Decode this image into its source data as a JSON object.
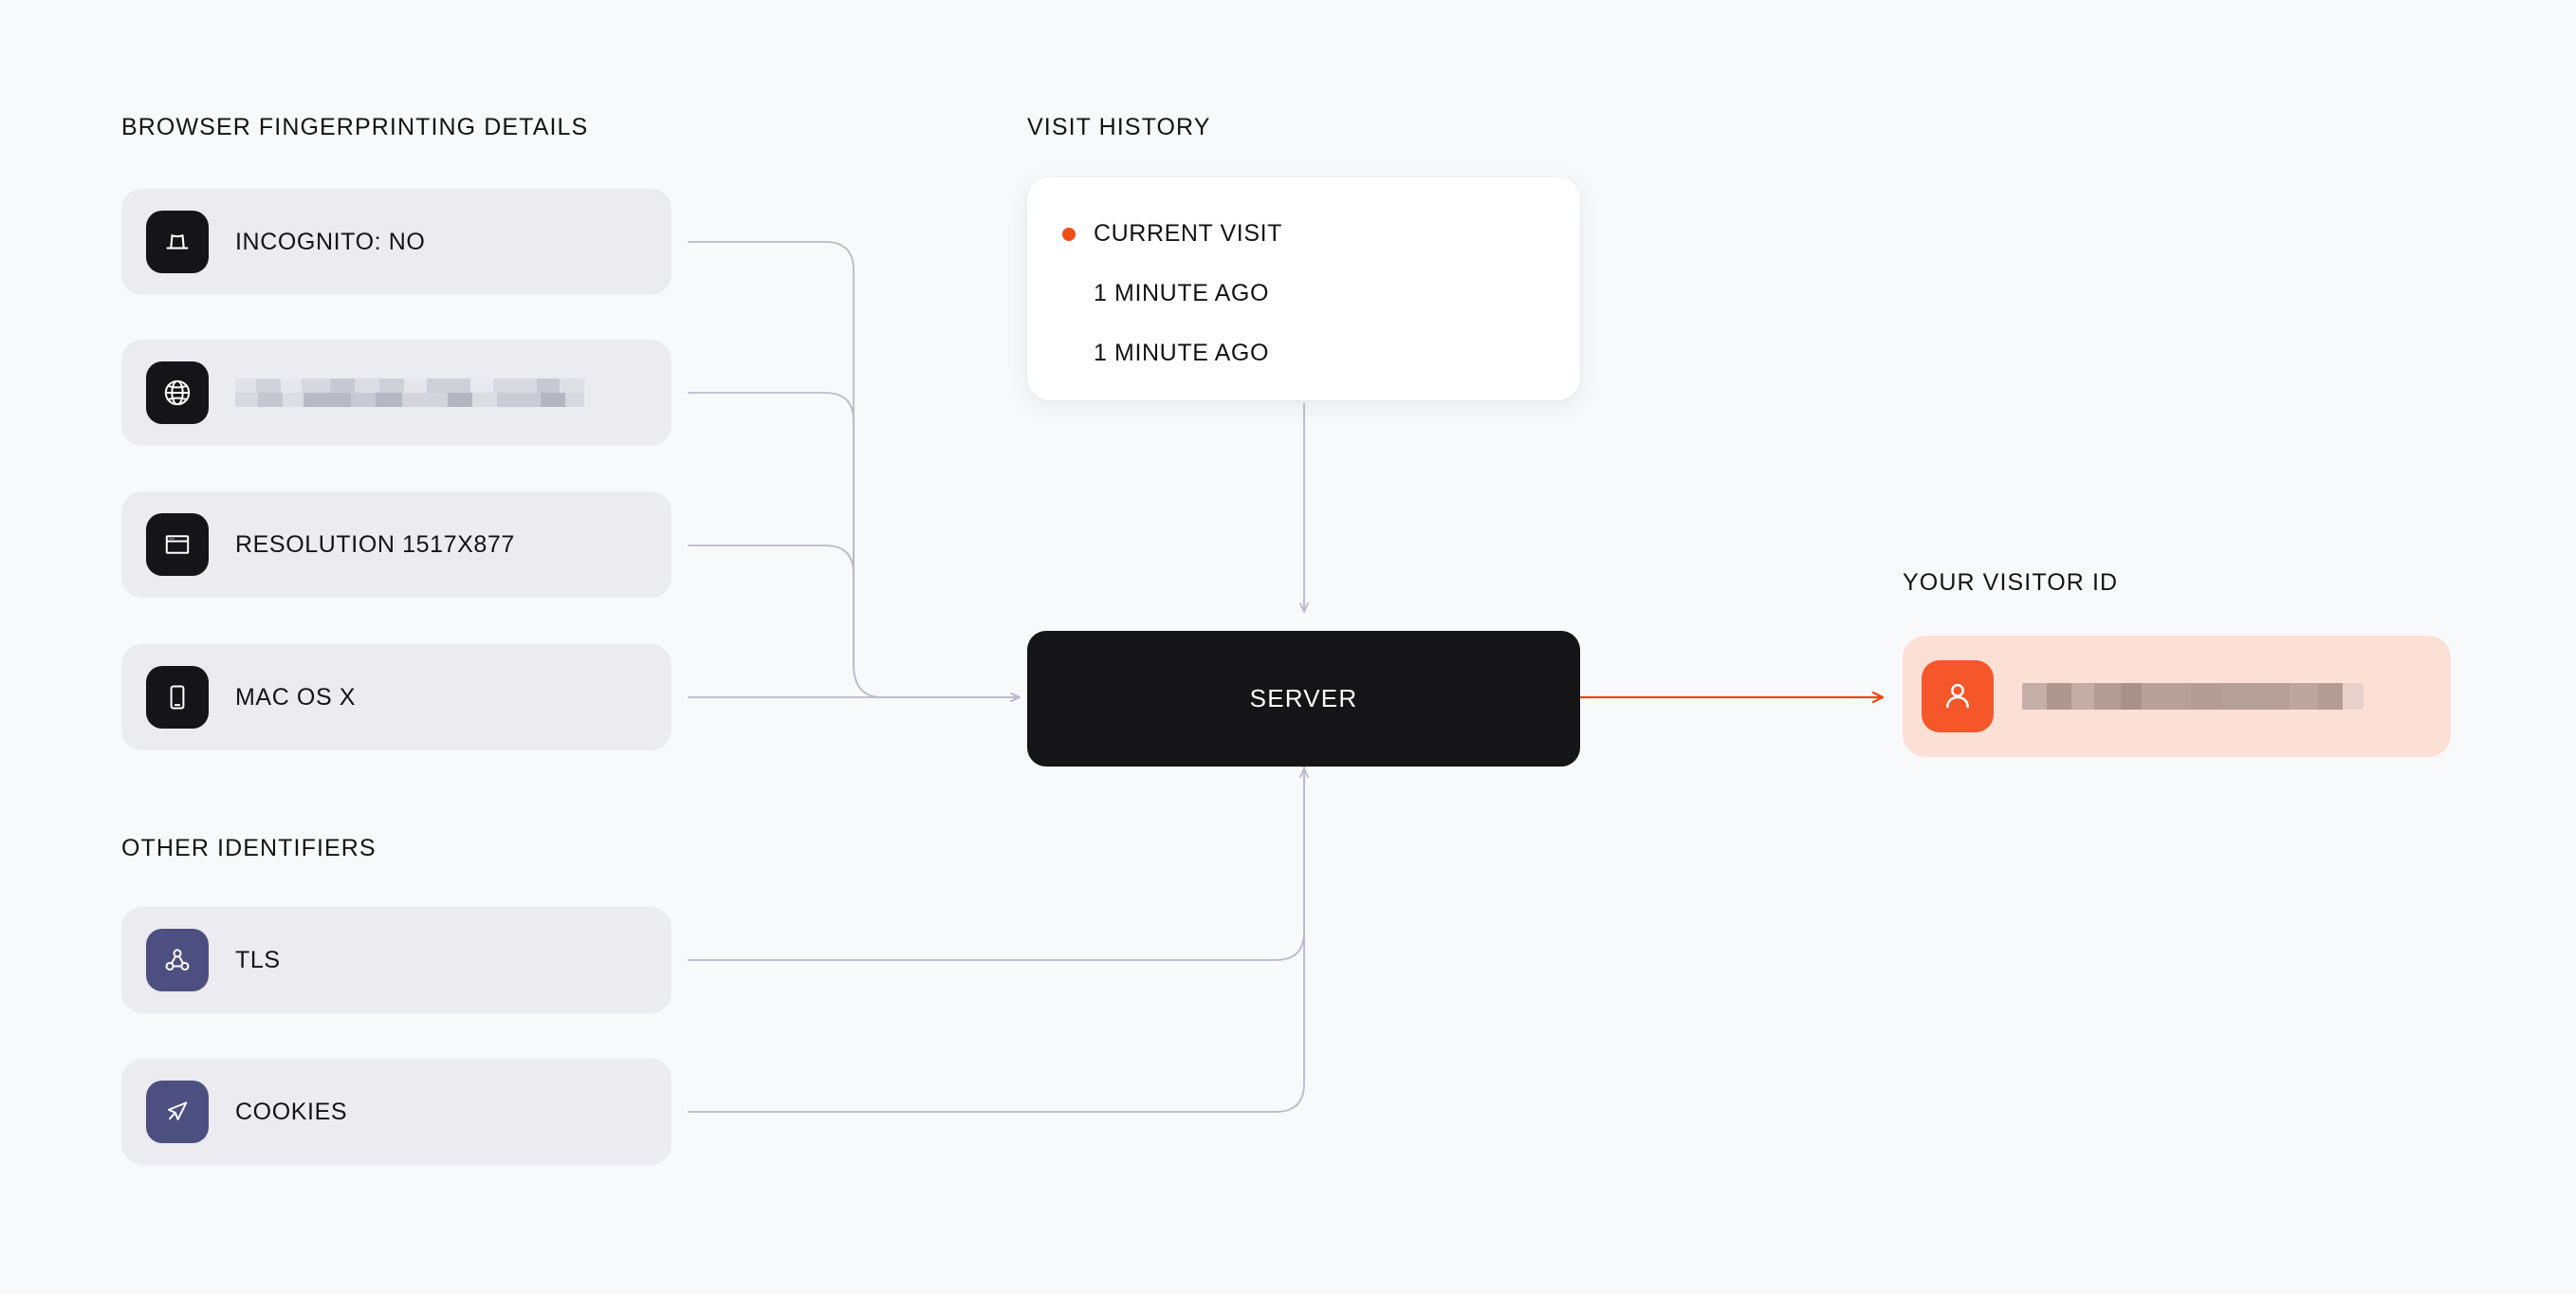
{
  "theme": {
    "page_bg": "#f8f9fb",
    "card_bg": "#ebebf0",
    "tile_dark": "#151517",
    "tile_indigo": "#4c4f80",
    "accent_orange": "#f5562a",
    "arrow_orange": "#ea4a17",
    "edge_gray": "#b9b9c9",
    "visitor_card_bg": "#fde0d5",
    "text": "#131316"
  },
  "sections": {
    "fingerprint": {
      "title": "BROWSER FINGERPRINTING DETAILS",
      "rows": [
        {
          "icon": "incognito-hat-icon",
          "label": "INCOGNITO: NO",
          "redacted": false
        },
        {
          "icon": "globe-icon",
          "label": "",
          "redacted": true
        },
        {
          "icon": "browser-window-icon",
          "label": "RESOLUTION 1517X877",
          "redacted": false
        },
        {
          "icon": "mobile-device-icon",
          "label": "MAC OS X",
          "redacted": false
        }
      ]
    },
    "other": {
      "title": "OTHER IDENTIFIERS",
      "rows": [
        {
          "icon": "network-nodes-icon",
          "label": "TLS",
          "redacted": false
        },
        {
          "icon": "cursor-arrow-icon",
          "label": "COOKIES",
          "redacted": false
        }
      ]
    },
    "visit_history": {
      "title": "VISIT HISTORY",
      "items": [
        {
          "label": "CURRENT VISIT",
          "active": true
        },
        {
          "label": "1 MINUTE AGO",
          "active": false
        },
        {
          "label": "1 MINUTE AGO",
          "active": false
        }
      ]
    },
    "server": {
      "label": "SERVER"
    },
    "visitor": {
      "title": "YOUR VISITOR ID",
      "icon": "person-icon",
      "value_redacted": true
    }
  }
}
